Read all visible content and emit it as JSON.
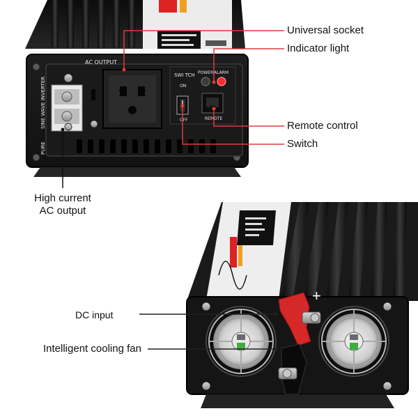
{
  "callouts": {
    "universal_socket": "Universal socket",
    "indicator_light": "Indicator light",
    "remote_control": "Remote control",
    "switch": "Switch",
    "high_current_line1": "High current",
    "high_current_line2": "AC output",
    "dc_input": "DC input",
    "cooling_fan": "Intelligent cooling fan"
  },
  "panel_labels": {
    "ac_output": "AC OUTPUT",
    "switch": "SWI TCH",
    "power": "POWER",
    "alarm": "ALARM",
    "on": "ON",
    "off": "OFF",
    "remote": "REMOTE",
    "pure": "PURE",
    "sine_wave_inverter": "SINE WAVE INVERTER",
    "plus": "+"
  },
  "colors": {
    "callout_line": "#e03a3a",
    "body": "#141414",
    "fin": "#2a2a2a",
    "terminal_red": "#d62828",
    "led_red": "#ff2a2a"
  },
  "icons": [
    "universal-socket-icon",
    "power-led-icon",
    "alarm-led-icon",
    "rocker-switch-icon",
    "rj45-port-icon",
    "cooling-fan-icon",
    "dc-terminal-icon"
  ]
}
